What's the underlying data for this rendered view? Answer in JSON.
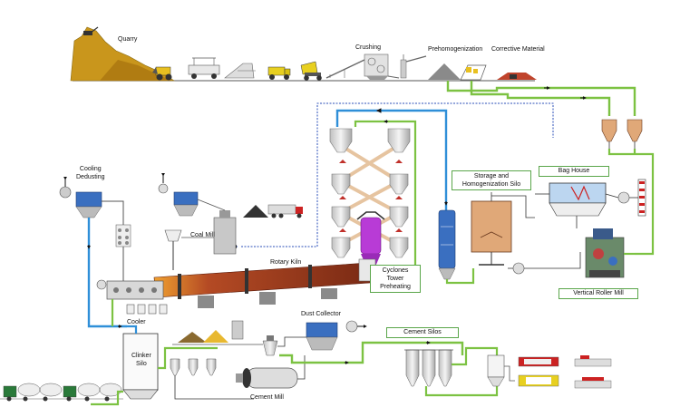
{
  "labels": {
    "quarry": "Quarry",
    "crushing": "Crushing",
    "prehomogenization": "Prehomogenization",
    "corrective_material": "Corrective Material",
    "cooling_dedusting": "Cooling\nDedusting",
    "coal_mill": "Coal Mill",
    "rotary_kiln": "Rotary Kiln",
    "cyclones_preheating": "Cyclones\nTower\nPreheating",
    "storage_silo": "Storage and\nHomogenization Silo",
    "bag_house": "Bag House",
    "vertical_roller_mill": "Vertical Roller Mill",
    "cooler": "Cooler",
    "dust_collector": "Dust Collector",
    "cement_silos": "Cement Silos",
    "clinker_silo": "Clinker\nSilo",
    "cement_mill": "Cement Mill"
  },
  "colors": {
    "line_green": "#7cc242",
    "line_blue": "#2f8fd8",
    "line_dotted_blue": "#2b4fb8",
    "kiln": "#a33a22",
    "silo_fill": "#e0a878",
    "preheater": "#b83bd6",
    "truck_yellow": "#e8d020",
    "material_sand": "#d8b050",
    "filter_blue": "#3a6fc0"
  }
}
